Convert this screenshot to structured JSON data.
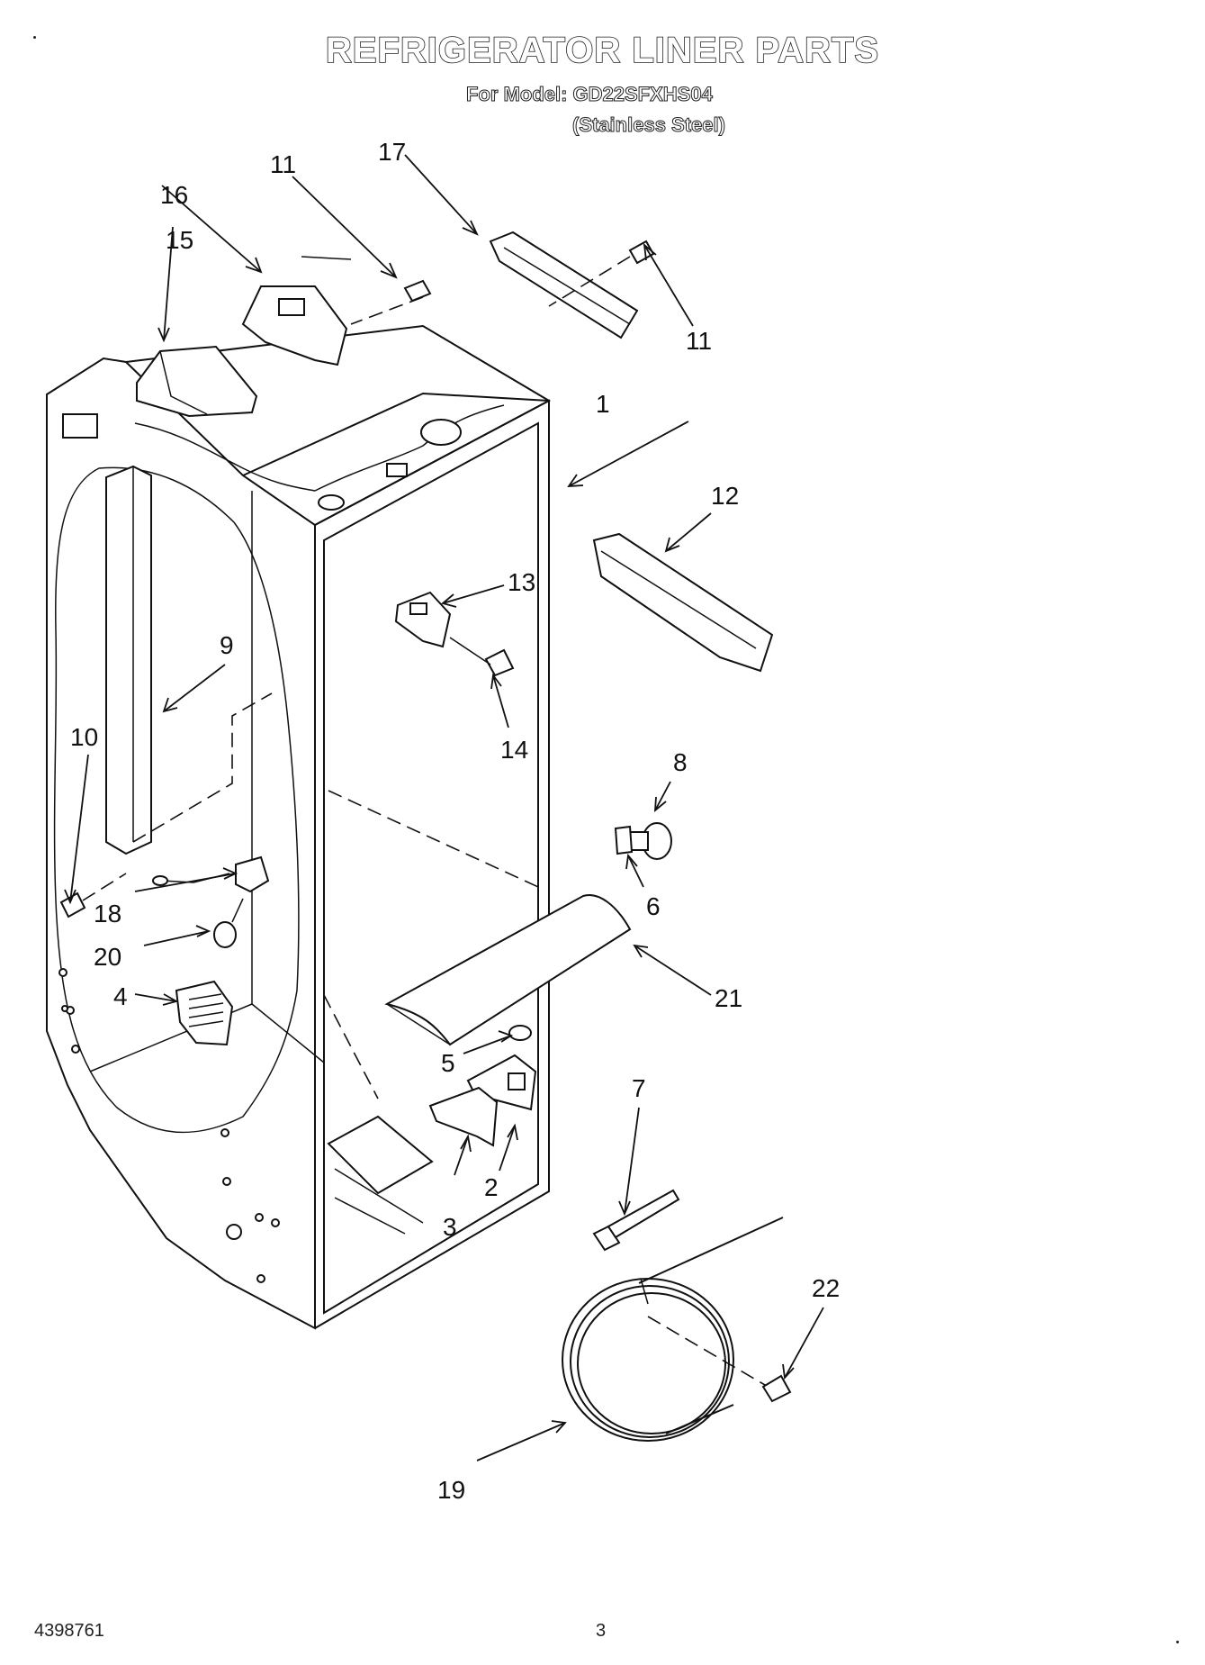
{
  "header": {
    "title": "REFRIGERATOR LINER PARTS",
    "model_line": "For Model: GD22SFXHS04",
    "finish_line": "(Stainless Steel)"
  },
  "footer": {
    "document_number": "4398761",
    "page_number": "3"
  },
  "callouts": [
    "1",
    "2",
    "3",
    "4",
    "5",
    "6",
    "7",
    "8",
    "9",
    "10",
    "11",
    "11",
    "12",
    "13",
    "14",
    "15",
    "16",
    "17",
    "18",
    "19",
    "20",
    "21",
    "22"
  ]
}
